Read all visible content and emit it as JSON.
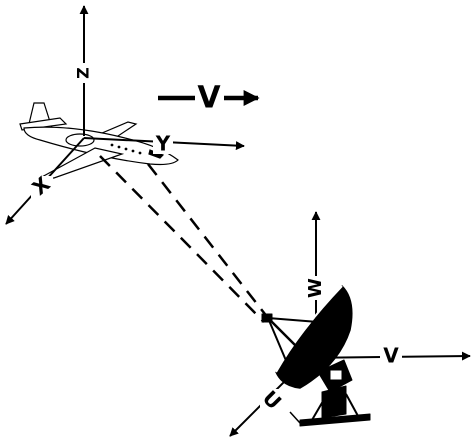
{
  "aircraft_axes": {
    "z": "Z",
    "y": "Y",
    "x": "X"
  },
  "velocity_label": "V",
  "antenna_axes": {
    "w": "W",
    "v": "V",
    "u": "U"
  }
}
